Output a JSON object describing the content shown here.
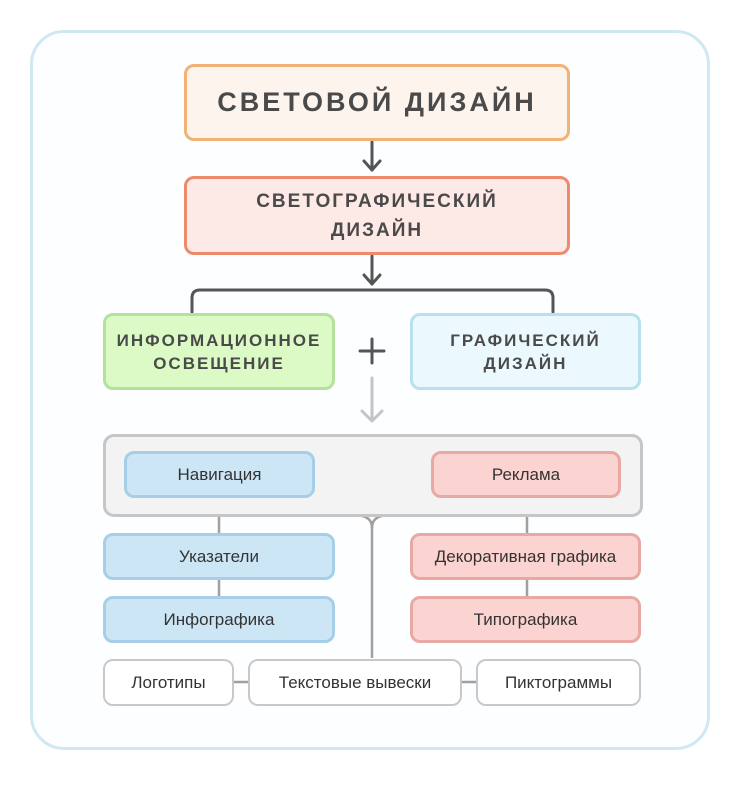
{
  "diagram": {
    "root": "СВЕТОВОЙ ДИЗАЙН",
    "level2_line1": "СВЕТОГРАФИЧЕСКИЙ",
    "level2_line2": "ДИЗАЙН",
    "left_branch_line1": "ИНФОРМАЦИОННОЕ",
    "left_branch_line2": "ОСВЕЩЕНИЕ",
    "plus_sign": "+",
    "right_branch_line1": "ГРАФИЧЕСКИЙ",
    "right_branch_line2": "ДИЗАЙН",
    "navigation": "Навигация",
    "advertising": "Реклама",
    "signs": "Указатели",
    "infographics": "Инфографика",
    "decorative_graphics": "Декоративная графика",
    "typography": "Типографика",
    "logos": "Логотипы",
    "text_signboards": "Текстовые вывески",
    "pictograms": "Пиктограммы"
  },
  "colors": {
    "frame_border": "#cfe8f4",
    "root_fill": "#fdf4ee",
    "root_border": "#f2b273",
    "level2_fill": "#fde9e6",
    "level2_border": "#ec8a6c",
    "green_fill": "#dcfac6",
    "green_border": "#b4e29c",
    "cyan_fill": "#ebf9fe",
    "cyan_border": "#b8e0ee",
    "blue_fill": "#cde6f6",
    "blue_border": "#a6cfe7",
    "red_fill": "#fbd3d0",
    "red_border": "#e8a9a4",
    "panel_fill": "#f3f3f3",
    "panel_border": "#c6c6c6"
  }
}
